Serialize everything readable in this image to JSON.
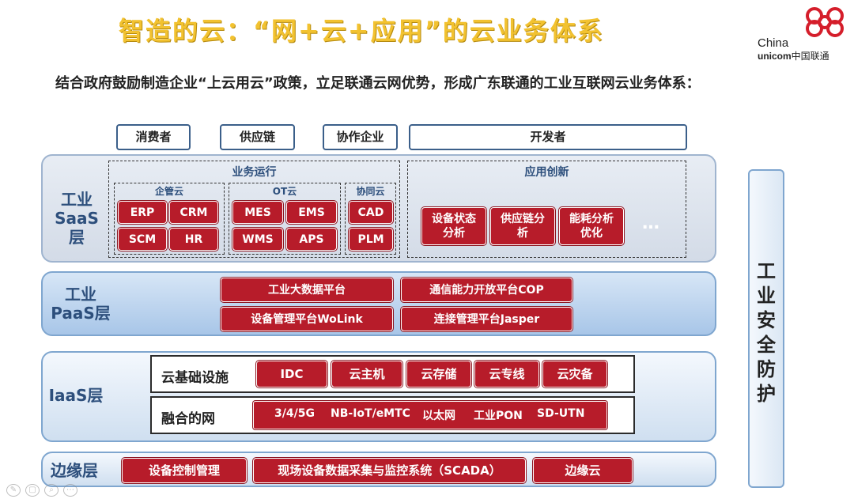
{
  "title": "智造的云：“网+云+应用”的云业务体系",
  "logo": {
    "line1": "China",
    "line2a": "unicom",
    "line2b": "中国联通"
  },
  "intro": "结合政府鼓励制造企业“上云用云”政策，立足联通云网优势，形成广东联通的工业互联网云业务体系：",
  "users": [
    "消费者",
    "供应链",
    "协作企业",
    "开发者"
  ],
  "saas": {
    "label_line1": "工业",
    "label_line2": "SaaS层",
    "business_run": "业务运行",
    "enterprise_cloud": {
      "title": "企管云",
      "items": [
        "ERP",
        "CRM",
        "SCM",
        "HR"
      ]
    },
    "ot_cloud": {
      "title": "OT云",
      "items": [
        "MES",
        "EMS",
        "WMS",
        "APS"
      ]
    },
    "collab_cloud": {
      "title": "协同云",
      "items": [
        "CAD",
        "PLM"
      ]
    },
    "app_innovation": {
      "title": "应用创新",
      "items": [
        "设备状态分析",
        "供应链分析",
        "能耗分析优化"
      ],
      "more": "…"
    }
  },
  "paas": {
    "label_line1": "工业",
    "label_line2": "PaaS层",
    "items": [
      "工业大数据平台",
      "通信能力开放平台COP",
      "设备管理平台WoLink",
      "连接管理平台Jasper"
    ]
  },
  "iaas": {
    "label": "IaaS层",
    "infra_label": "云基础设施",
    "infra_items": [
      "IDC",
      "云主机",
      "云存储",
      "云专线",
      "云灾备"
    ],
    "net_label": "融合的网",
    "net_items": [
      "3/4/5G",
      "NB-IoT/eMTC",
      "以太网",
      "工业PON",
      "SD-UTN"
    ]
  },
  "edge": {
    "label": "边缘层",
    "items": [
      "设备控制管理",
      "现场设备数据采集与监控系统（SCADA）",
      "边缘云"
    ]
  },
  "security": "工业安全防护",
  "colors": {
    "title": "#f2c230",
    "block": "#b71c2a",
    "layer_label": "#2d4f7c",
    "frame": "#7fa6cf"
  }
}
